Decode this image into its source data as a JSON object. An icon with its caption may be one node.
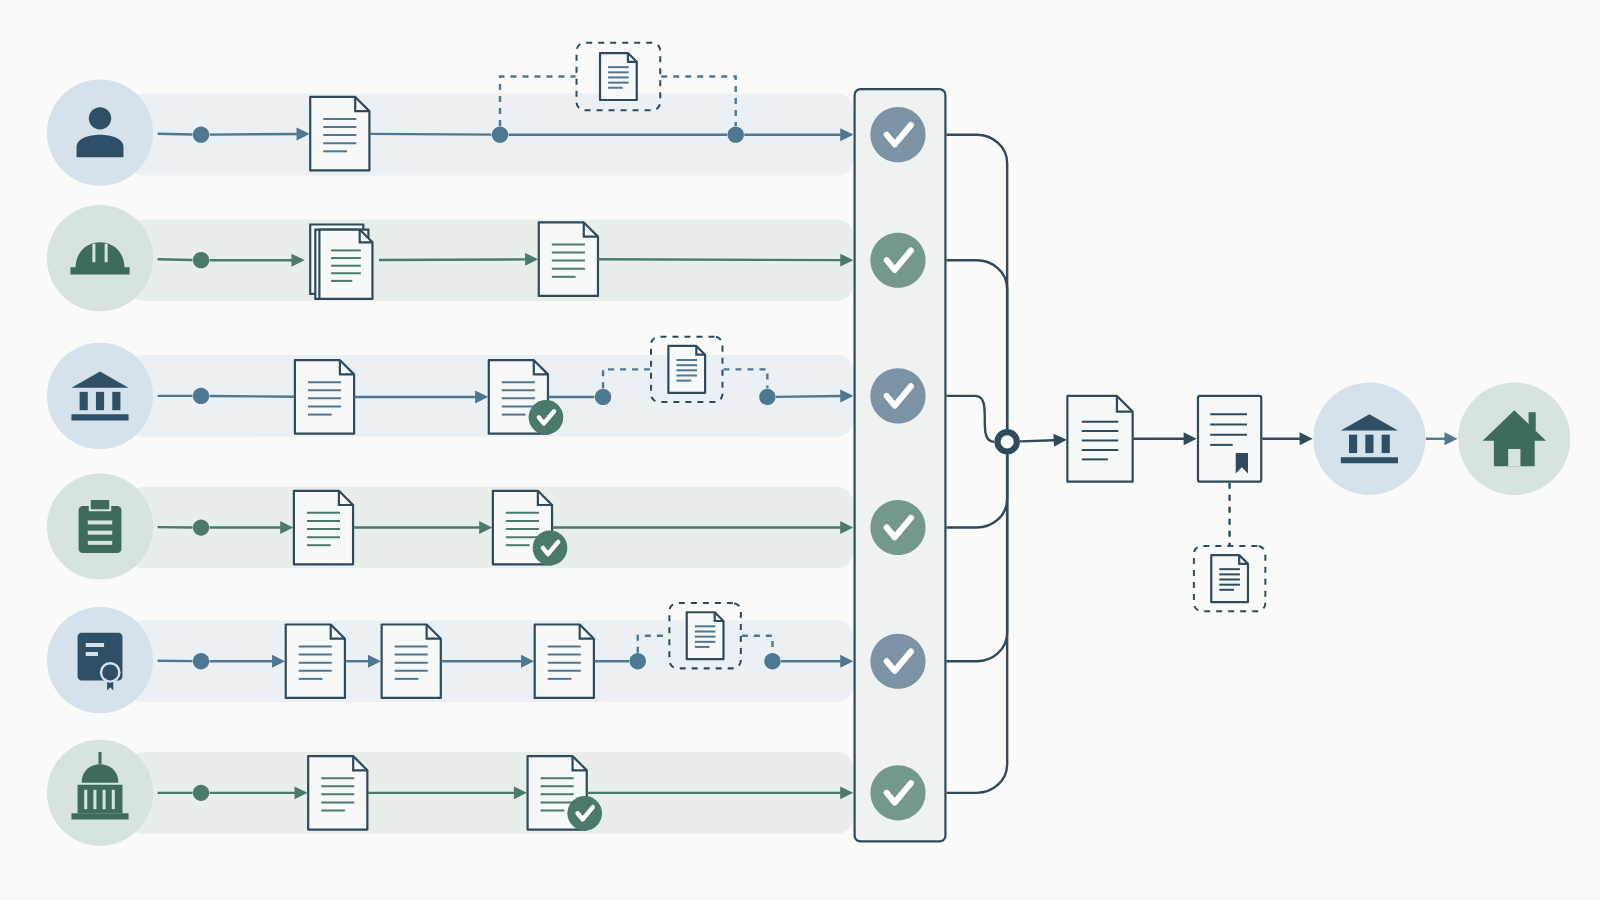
{
  "diagram": {
    "nodes": [
      {
        "text": [],
        "shape": "picture"
      },
      {
        "text": [],
        "shape": "dot"
      },
      {
        "text": [],
        "shape": "document"
      },
      {
        "text": [],
        "shape": "dot"
      },
      {
        "text": [],
        "shape": "document"
      },
      {
        "text": [],
        "shape": "dot"
      },
      {
        "text": [],
        "shape": "picture"
      },
      {
        "text": [],
        "shape": "dot"
      },
      {
        "text": [],
        "shape": "documents"
      },
      {
        "text": [],
        "shape": "document"
      },
      {
        "text": [],
        "shape": "picture"
      },
      {
        "text": [],
        "shape": "dot"
      },
      {
        "text": [],
        "shape": "document"
      },
      {
        "text": [],
        "shape": "document"
      },
      {
        "text": [],
        "shape": "dot"
      },
      {
        "text": [],
        "shape": "document"
      },
      {
        "text": [],
        "shape": "dot"
      },
      {
        "text": [],
        "shape": "picture"
      },
      {
        "text": [],
        "shape": "dot"
      },
      {
        "text": [],
        "shape": "document"
      },
      {
        "text": [],
        "shape": "document"
      },
      {
        "text": [],
        "shape": "picture"
      },
      {
        "text": [],
        "shape": "dot"
      },
      {
        "text": [],
        "shape": "document"
      },
      {
        "text": [],
        "shape": "document"
      },
      {
        "text": [],
        "shape": "document"
      },
      {
        "text": [],
        "shape": "dot"
      },
      {
        "text": [],
        "shape": "document"
      },
      {
        "text": [],
        "shape": "dot"
      },
      {
        "text": [],
        "shape": "picture"
      },
      {
        "text": [],
        "shape": "dot"
      },
      {
        "text": [],
        "shape": "document"
      },
      {
        "text": [],
        "shape": "document"
      },
      {
        "text": [],
        "shape": "box"
      },
      {
        "text": [],
        "shape": "circle",
        "in": 33
      },
      {
        "text": [],
        "shape": "circle",
        "in": 33
      },
      {
        "text": [],
        "shape": "circle",
        "in": 33
      },
      {
        "text": [],
        "shape": "circle",
        "in": 33
      },
      {
        "text": [],
        "shape": "circle",
        "in": 33
      },
      {
        "text": [],
        "shape": "circle",
        "in": 33
      },
      {
        "text": [],
        "shape": "ring"
      },
      {
        "text": [],
        "shape": "document"
      },
      {
        "text": [],
        "shape": "document"
      },
      {
        "text": [],
        "shape": "document"
      },
      {
        "text": [],
        "shape": "picture"
      },
      {
        "text": [],
        "shape": "picture"
      }
    ],
    "edges": [
      {
        "from": 0,
        "to": 1,
        "arrow": "none"
      },
      {
        "from": 1,
        "to": 2,
        "arrow": "to"
      },
      {
        "from": 2,
        "to": 3,
        "arrow": "none"
      },
      {
        "from": 3,
        "to": 5,
        "arrow": "none"
      },
      {
        "from": 5,
        "to": 34,
        "arrow": "to"
      },
      {
        "from": 3,
        "to": 4,
        "arrow": "none",
        "style": "dashed"
      },
      {
        "from": 4,
        "to": 5,
        "arrow": "none",
        "style": "dashed"
      },
      {
        "from": 6,
        "to": 7,
        "arrow": "none"
      },
      {
        "from": 7,
        "to": 8,
        "arrow": "to"
      },
      {
        "from": 8,
        "to": 9,
        "arrow": "to"
      },
      {
        "from": 9,
        "to": 35,
        "arrow": "to"
      },
      {
        "from": 10,
        "to": 11,
        "arrow": "none"
      },
      {
        "from": 11,
        "to": 12,
        "arrow": "none"
      },
      {
        "from": 12,
        "to": 13,
        "arrow": "to"
      },
      {
        "from": 13,
        "to": 14,
        "arrow": "none"
      },
      {
        "from": 14,
        "to": 15,
        "arrow": "none",
        "style": "dashed"
      },
      {
        "from": 15,
        "to": 16,
        "arrow": "none",
        "style": "dashed"
      },
      {
        "from": 16,
        "to": 36,
        "arrow": "to"
      },
      {
        "from": 17,
        "to": 18,
        "arrow": "none"
      },
      {
        "from": 18,
        "to": 19,
        "arrow": "to"
      },
      {
        "from": 19,
        "to": 20,
        "arrow": "to"
      },
      {
        "from": 20,
        "to": 37,
        "arrow": "to"
      },
      {
        "from": 21,
        "to": 22,
        "arrow": "none"
      },
      {
        "from": 22,
        "to": 23,
        "arrow": "to"
      },
      {
        "from": 23,
        "to": 24,
        "arrow": "to"
      },
      {
        "from": 24,
        "to": 25,
        "arrow": "to"
      },
      {
        "from": 25,
        "to": 26,
        "arrow": "none"
      },
      {
        "from": 26,
        "to": 27,
        "arrow": "none",
        "style": "dashed"
      },
      {
        "from": 27,
        "to": 28,
        "arrow": "none",
        "style": "dashed"
      },
      {
        "from": 28,
        "to": 38,
        "arrow": "to"
      },
      {
        "from": 29,
        "to": 30,
        "arrow": "none"
      },
      {
        "from": 30,
        "to": 31,
        "arrow": "to"
      },
      {
        "from": 31,
        "to": 32,
        "arrow": "to"
      },
      {
        "from": 32,
        "to": 39,
        "arrow": "to"
      },
      {
        "from": 34,
        "to": 40,
        "arrow": "none"
      },
      {
        "from": 35,
        "to": 40,
        "arrow": "none"
      },
      {
        "from": 36,
        "to": 40,
        "arrow": "none"
      },
      {
        "from": 37,
        "to": 40,
        "arrow": "none"
      },
      {
        "from": 38,
        "to": 40,
        "arrow": "none"
      },
      {
        "from": 39,
        "to": 40,
        "arrow": "none"
      },
      {
        "from": 40,
        "to": 41,
        "arrow": "to"
      },
      {
        "from": 41,
        "to": 42,
        "arrow": "to"
      },
      {
        "from": 42,
        "to": 44,
        "arrow": "to"
      },
      {
        "from": 44,
        "to": 45,
        "arrow": "to"
      },
      {
        "from": 42,
        "to": 43,
        "arrow": "none",
        "style": "dashed"
      }
    ]
  }
}
